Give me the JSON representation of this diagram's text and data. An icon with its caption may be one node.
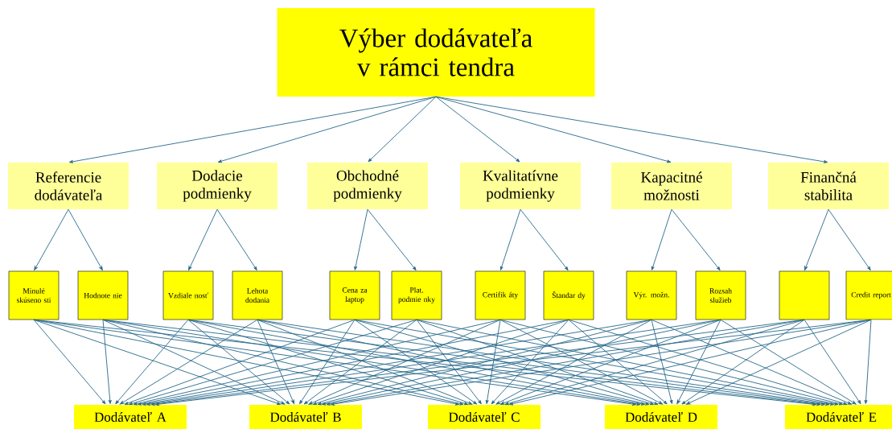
{
  "diagram": {
    "nodes": [
      {
        "text": [
          "Výber dodávateľa v rámci tendra"
        ]
      },
      {
        "text": [
          "Referencie dodávateľa"
        ]
      },
      {
        "text": [
          "Dodacie podmienky"
        ]
      },
      {
        "text": [
          "Obchodné podmienky"
        ]
      },
      {
        "text": [
          "Kvalitatívne podmienky"
        ]
      },
      {
        "text": [
          "Kapacitné možnosti"
        ]
      },
      {
        "text": [
          "Finančná stabilita"
        ]
      },
      {
        "text": [
          "Minulé skúseno sti"
        ]
      },
      {
        "text": [
          "Hodnote nie"
        ]
      },
      {
        "text": [
          "Vzdiale nosť"
        ]
      },
      {
        "text": [
          "Lehota dodania"
        ]
      },
      {
        "text": [
          "Cena za laptop"
        ]
      },
      {
        "text": [
          "Plat. podmie nky"
        ]
      },
      {
        "text": [
          "Certifik áty"
        ]
      },
      {
        "text": [
          "Štandar dy"
        ]
      },
      {
        "text": [
          "Výr. možn."
        ]
      },
      {
        "text": [
          "Rozsah služieb"
        ]
      },
      {
        "text": [],
        "shape": "box"
      },
      {
        "text": [
          "Credit report"
        ]
      },
      {
        "text": [
          "Dodávateľ A"
        ]
      },
      {
        "text": [
          "Dodávateľ B"
        ]
      },
      {
        "text": [
          "Dodávateľ C"
        ]
      },
      {
        "text": [
          "Dodávateľ D"
        ]
      },
      {
        "text": [
          "Dodávateľ E"
        ]
      }
    ],
    "edges": [
      {
        "from": 0,
        "to": 1,
        "arrow": "to"
      },
      {
        "from": 0,
        "to": 2,
        "arrow": "to"
      },
      {
        "from": 0,
        "to": 3,
        "arrow": "to"
      },
      {
        "from": 0,
        "to": 4,
        "arrow": "to"
      },
      {
        "from": 0,
        "to": 5,
        "arrow": "to"
      },
      {
        "from": 0,
        "to": 6,
        "arrow": "to"
      },
      {
        "from": 1,
        "to": 7,
        "arrow": "to"
      },
      {
        "from": 1,
        "to": 8,
        "arrow": "to"
      },
      {
        "from": 2,
        "to": 9,
        "arrow": "to"
      },
      {
        "from": 2,
        "to": 10,
        "arrow": "to"
      },
      {
        "from": 3,
        "to": 11,
        "arrow": "to"
      },
      {
        "from": 3,
        "to": 12,
        "arrow": "to"
      },
      {
        "from": 4,
        "to": 13,
        "arrow": "to"
      },
      {
        "from": 4,
        "to": 14,
        "arrow": "to"
      },
      {
        "from": 5,
        "to": 15,
        "arrow": "to"
      },
      {
        "from": 5,
        "to": 16,
        "arrow": "to"
      },
      {
        "from": 6,
        "to": 17,
        "arrow": "to"
      },
      {
        "from": 6,
        "to": 18,
        "arrow": "to"
      },
      {
        "from": 7,
        "to": 19,
        "arrow": "to"
      },
      {
        "from": 7,
        "to": 20,
        "arrow": "to"
      },
      {
        "from": 7,
        "to": 21,
        "arrow": "to"
      },
      {
        "from": 7,
        "to": 22,
        "arrow": "to"
      },
      {
        "from": 7,
        "to": 23,
        "arrow": "to"
      },
      {
        "from": 8,
        "to": 19,
        "arrow": "to"
      },
      {
        "from": 8,
        "to": 20,
        "arrow": "to"
      },
      {
        "from": 8,
        "to": 21,
        "arrow": "to"
      },
      {
        "from": 8,
        "to": 22,
        "arrow": "to"
      },
      {
        "from": 8,
        "to": 23,
        "arrow": "to"
      },
      {
        "from": 9,
        "to": 19,
        "arrow": "to"
      },
      {
        "from": 9,
        "to": 20,
        "arrow": "to"
      },
      {
        "from": 9,
        "to": 21,
        "arrow": "to"
      },
      {
        "from": 9,
        "to": 22,
        "arrow": "to"
      },
      {
        "from": 9,
        "to": 23,
        "arrow": "to"
      },
      {
        "from": 10,
        "to": 19,
        "arrow": "to"
      },
      {
        "from": 10,
        "to": 20,
        "arrow": "to"
      },
      {
        "from": 10,
        "to": 21,
        "arrow": "to"
      },
      {
        "from": 10,
        "to": 22,
        "arrow": "to"
      },
      {
        "from": 10,
        "to": 23,
        "arrow": "to"
      },
      {
        "from": 11,
        "to": 19,
        "arrow": "to"
      },
      {
        "from": 11,
        "to": 20,
        "arrow": "to"
      },
      {
        "from": 11,
        "to": 21,
        "arrow": "to"
      },
      {
        "from": 11,
        "to": 22,
        "arrow": "to"
      },
      {
        "from": 11,
        "to": 23,
        "arrow": "to"
      },
      {
        "from": 12,
        "to": 19,
        "arrow": "to"
      },
      {
        "from": 12,
        "to": 20,
        "arrow": "to"
      },
      {
        "from": 12,
        "to": 21,
        "arrow": "to"
      },
      {
        "from": 12,
        "to": 22,
        "arrow": "to"
      },
      {
        "from": 12,
        "to": 23,
        "arrow": "to"
      },
      {
        "from": 13,
        "to": 19,
        "arrow": "to"
      },
      {
        "from": 13,
        "to": 20,
        "arrow": "to"
      },
      {
        "from": 13,
        "to": 21,
        "arrow": "to"
      },
      {
        "from": 13,
        "to": 22,
        "arrow": "to"
      },
      {
        "from": 13,
        "to": 23,
        "arrow": "to"
      },
      {
        "from": 14,
        "to": 19,
        "arrow": "to"
      },
      {
        "from": 14,
        "to": 20,
        "arrow": "to"
      },
      {
        "from": 14,
        "to": 21,
        "arrow": "to"
      },
      {
        "from": 14,
        "to": 22,
        "arrow": "to"
      },
      {
        "from": 14,
        "to": 23,
        "arrow": "to"
      },
      {
        "from": 15,
        "to": 19,
        "arrow": "to"
      },
      {
        "from": 15,
        "to": 20,
        "arrow": "to"
      },
      {
        "from": 15,
        "to": 21,
        "arrow": "to"
      },
      {
        "from": 15,
        "to": 22,
        "arrow": "to"
      },
      {
        "from": 15,
        "to": 23,
        "arrow": "to"
      },
      {
        "from": 16,
        "to": 19,
        "arrow": "to"
      },
      {
        "from": 16,
        "to": 20,
        "arrow": "to"
      },
      {
        "from": 16,
        "to": 21,
        "arrow": "to"
      },
      {
        "from": 16,
        "to": 22,
        "arrow": "to"
      },
      {
        "from": 16,
        "to": 23,
        "arrow": "to"
      },
      {
        "from": 17,
        "to": 19,
        "arrow": "to"
      },
      {
        "from": 17,
        "to": 20,
        "arrow": "to"
      },
      {
        "from": 17,
        "to": 21,
        "arrow": "to"
      },
      {
        "from": 17,
        "to": 22,
        "arrow": "to"
      },
      {
        "from": 17,
        "to": 23,
        "arrow": "to"
      },
      {
        "from": 18,
        "to": 19,
        "arrow": "to"
      },
      {
        "from": 18,
        "to": 20,
        "arrow": "to"
      },
      {
        "from": 18,
        "to": 21,
        "arrow": "to"
      },
      {
        "from": 18,
        "to": 22,
        "arrow": "to"
      },
      {
        "from": 18,
        "to": 23,
        "arrow": "to"
      }
    ]
  }
}
